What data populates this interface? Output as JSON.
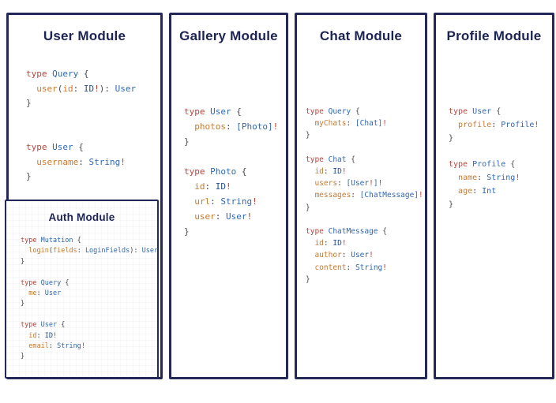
{
  "colors": {
    "border": "#232858",
    "title": "#1d2355",
    "kw": "#b6463e",
    "ty": "#3068b0",
    "sc": "#27508f",
    "fld": "#c9792f",
    "pun": "#4a4a4a",
    "bang": "#c23b2e"
  },
  "modules": {
    "user": {
      "title": "User Module",
      "code": [
        [
          [
            "type ",
            "kw"
          ],
          [
            "Query ",
            "ty"
          ],
          [
            "{",
            "pun"
          ]
        ],
        [
          [
            "  ",
            "pun"
          ],
          [
            "user",
            "fld"
          ],
          [
            "(",
            "pun"
          ],
          [
            "id",
            "fld"
          ],
          [
            ": ",
            "pun"
          ],
          [
            "ID",
            "sc"
          ],
          [
            "!",
            "bang"
          ],
          [
            "): ",
            "pun"
          ],
          [
            "User",
            "ty"
          ]
        ],
        [
          [
            "}",
            "pun"
          ]
        ],
        [],
        [],
        [
          [
            "type ",
            "kw"
          ],
          [
            "User ",
            "ty"
          ],
          [
            "{",
            "pun"
          ]
        ],
        [
          [
            "  ",
            "pun"
          ],
          [
            "username",
            "fld"
          ],
          [
            ": ",
            "pun"
          ],
          [
            "String",
            "ty"
          ],
          [
            "!",
            "bang"
          ]
        ],
        [
          [
            "}",
            "pun"
          ]
        ]
      ]
    },
    "auth": {
      "title": "Auth Module",
      "code": [
        [
          [
            "type ",
            "kw"
          ],
          [
            "Mutation ",
            "ty"
          ],
          [
            "{",
            "pun"
          ]
        ],
        [
          [
            "  ",
            "pun"
          ],
          [
            "login",
            "fld"
          ],
          [
            "(",
            "pun"
          ],
          [
            "fields",
            "fld"
          ],
          [
            ": ",
            "pun"
          ],
          [
            "LoginFields",
            "ty"
          ],
          [
            "): ",
            "pun"
          ],
          [
            "User",
            "ty"
          ]
        ],
        [
          [
            "}",
            "pun"
          ]
        ],
        [],
        [
          [
            "type ",
            "kw"
          ],
          [
            "Query ",
            "ty"
          ],
          [
            "{",
            "pun"
          ]
        ],
        [
          [
            "  ",
            "pun"
          ],
          [
            "me",
            "fld"
          ],
          [
            ": ",
            "pun"
          ],
          [
            "User",
            "ty"
          ]
        ],
        [
          [
            "}",
            "pun"
          ]
        ],
        [],
        [
          [
            "type ",
            "kw"
          ],
          [
            "User ",
            "ty"
          ],
          [
            "{",
            "pun"
          ]
        ],
        [
          [
            "  ",
            "pun"
          ],
          [
            "id",
            "fld"
          ],
          [
            ": ",
            "pun"
          ],
          [
            "ID",
            "sc"
          ],
          [
            "!",
            "bang"
          ]
        ],
        [
          [
            "  ",
            "pun"
          ],
          [
            "email",
            "fld"
          ],
          [
            ": ",
            "pun"
          ],
          [
            "String",
            "ty"
          ],
          [
            "!",
            "bang"
          ]
        ],
        [
          [
            "}",
            "pun"
          ]
        ]
      ]
    },
    "gallery": {
      "title": "Gallery Module",
      "code": [
        [
          [
            "type ",
            "kw"
          ],
          [
            "User ",
            "ty"
          ],
          [
            "{",
            "pun"
          ]
        ],
        [
          [
            "  ",
            "pun"
          ],
          [
            "photos",
            "fld"
          ],
          [
            ": ",
            "pun"
          ],
          [
            "[Photo]",
            "ty"
          ],
          [
            "!",
            "bang"
          ]
        ],
        [
          [
            "}",
            "pun"
          ]
        ],
        [],
        [
          [
            "type ",
            "kw"
          ],
          [
            "Photo ",
            "ty"
          ],
          [
            "{",
            "pun"
          ]
        ],
        [
          [
            "  ",
            "pun"
          ],
          [
            "id",
            "fld"
          ],
          [
            ": ",
            "pun"
          ],
          [
            "ID",
            "sc"
          ],
          [
            "!",
            "bang"
          ]
        ],
        [
          [
            "  ",
            "pun"
          ],
          [
            "url",
            "fld"
          ],
          [
            ": ",
            "pun"
          ],
          [
            "String",
            "ty"
          ],
          [
            "!",
            "bang"
          ]
        ],
        [
          [
            "  ",
            "pun"
          ],
          [
            "user",
            "fld"
          ],
          [
            ": ",
            "pun"
          ],
          [
            "User",
            "ty"
          ],
          [
            "!",
            "bang"
          ]
        ],
        [
          [
            "}",
            "pun"
          ]
        ]
      ]
    },
    "chat": {
      "title": "Chat Module",
      "code": [
        [
          [
            "type ",
            "kw"
          ],
          [
            "Query ",
            "ty"
          ],
          [
            "{",
            "pun"
          ]
        ],
        [
          [
            "  ",
            "pun"
          ],
          [
            "myChats",
            "fld"
          ],
          [
            ": ",
            "pun"
          ],
          [
            "[Chat]",
            "ty"
          ],
          [
            "!",
            "bang"
          ]
        ],
        [
          [
            "}",
            "pun"
          ]
        ],
        [],
        [
          [
            "type ",
            "kw"
          ],
          [
            "Chat ",
            "ty"
          ],
          [
            "{",
            "pun"
          ]
        ],
        [
          [
            "  ",
            "pun"
          ],
          [
            "id",
            "fld"
          ],
          [
            ": ",
            "pun"
          ],
          [
            "ID",
            "sc"
          ],
          [
            "!",
            "bang"
          ]
        ],
        [
          [
            "  ",
            "pun"
          ],
          [
            "users",
            "fld"
          ],
          [
            ": ",
            "pun"
          ],
          [
            "[User",
            "ty"
          ],
          [
            "!",
            "bang"
          ],
          [
            "]",
            "ty"
          ],
          [
            "!",
            "bang"
          ]
        ],
        [
          [
            "  ",
            "pun"
          ],
          [
            "messages",
            "fld"
          ],
          [
            ": ",
            "pun"
          ],
          [
            "[ChatMessage]",
            "ty"
          ],
          [
            "!",
            "bang"
          ]
        ],
        [
          [
            "}",
            "pun"
          ]
        ],
        [],
        [
          [
            "type ",
            "kw"
          ],
          [
            "ChatMessage ",
            "ty"
          ],
          [
            "{",
            "pun"
          ]
        ],
        [
          [
            "  ",
            "pun"
          ],
          [
            "id",
            "fld"
          ],
          [
            ": ",
            "pun"
          ],
          [
            "ID",
            "sc"
          ],
          [
            "!",
            "bang"
          ]
        ],
        [
          [
            "  ",
            "pun"
          ],
          [
            "author",
            "fld"
          ],
          [
            ": ",
            "pun"
          ],
          [
            "User",
            "ty"
          ],
          [
            "!",
            "bang"
          ]
        ],
        [
          [
            "  ",
            "pun"
          ],
          [
            "content",
            "fld"
          ],
          [
            ": ",
            "pun"
          ],
          [
            "String",
            "ty"
          ],
          [
            "!",
            "bang"
          ]
        ],
        [
          [
            "}",
            "pun"
          ]
        ]
      ]
    },
    "profile": {
      "title": "Profile Module",
      "code": [
        [
          [
            "type ",
            "kw"
          ],
          [
            "User ",
            "ty"
          ],
          [
            "{",
            "pun"
          ]
        ],
        [
          [
            "  ",
            "pun"
          ],
          [
            "profile",
            "fld"
          ],
          [
            ": ",
            "pun"
          ],
          [
            "Profile",
            "ty"
          ],
          [
            "!",
            "bang"
          ]
        ],
        [
          [
            "}",
            "pun"
          ]
        ],
        [],
        [
          [
            "type ",
            "kw"
          ],
          [
            "Profile ",
            "ty"
          ],
          [
            "{",
            "pun"
          ]
        ],
        [
          [
            "  ",
            "pun"
          ],
          [
            "name",
            "fld"
          ],
          [
            ": ",
            "pun"
          ],
          [
            "String",
            "ty"
          ],
          [
            "!",
            "bang"
          ]
        ],
        [
          [
            "  ",
            "pun"
          ],
          [
            "age",
            "fld"
          ],
          [
            ": ",
            "pun"
          ],
          [
            "Int",
            "ty"
          ]
        ],
        [
          [
            "}",
            "pun"
          ]
        ]
      ]
    }
  }
}
